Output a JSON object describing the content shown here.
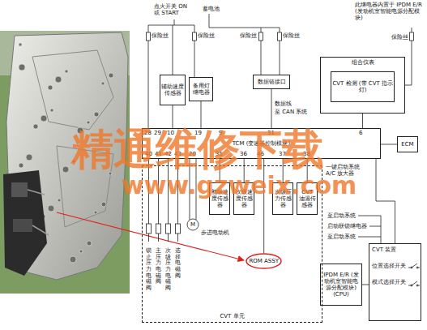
{
  "diagram": {
    "nodes": [
      {
        "text": [
          "TCM (变速器控制模块)"
        ]
      },
      {
        "text": [
          "辅助速度传感器"
        ]
      },
      {
        "text": [
          "备用灯继电器"
        ]
      },
      {
        "text": [
          "数据链接口"
        ]
      },
      {
        "text": [
          "组合仪表"
        ]
      },
      {
        "text": [
          "CVT 检测 (带 CVT 指示灯)"
        ],
        "in": 4
      },
      {
        "text": [
          "ECM"
        ]
      },
      {
        "text": [
          "CVT 单元"
        ]
      },
      {
        "text": [
          "初级速度传感器"
        ],
        "in": 7
      },
      {
        "text": [
          "次级速度传感器"
        ],
        "in": 7
      },
      {
        "text": [
          "次级压力传感器"
        ],
        "in": 7
      },
      {
        "text": [
          "CVT 油温传感器"
        ],
        "in": 7
      },
      {
        "text": [
          "ROM ASSY"
        ],
        "in": 7
      },
      {
        "text": [
          "IPDM E/R (发动机室智能电源分配模块) (CPU)"
        ]
      },
      {
        "text": [
          "CVT 装置",
          "位置选择开关",
          "模式选择开关"
        ]
      }
    ],
    "edges": [
      {
        "from": 1,
        "to": 0,
        "arrow": "none"
      },
      {
        "from": 2,
        "to": 0,
        "arrow": "none"
      },
      {
        "from": 3,
        "to": 0,
        "arrow": "none"
      },
      {
        "from": 4,
        "to": 0,
        "arrow": "none"
      },
      {
        "from": 6,
        "to": 0,
        "arrow": "none"
      },
      {
        "from": 8,
        "to": 0,
        "arrow": "none"
      },
      {
        "from": 9,
        "to": 0,
        "arrow": "none"
      },
      {
        "from": 10,
        "to": 0,
        "arrow": "none"
      },
      {
        "from": 11,
        "to": 0,
        "arrow": "none"
      },
      {
        "from": 12,
        "to": 0,
        "arrow": "none"
      },
      {
        "from": 14,
        "to": 0,
        "arrow": "none"
      },
      {
        "from": 13,
        "to": 14,
        "arrow": "none"
      }
    ],
    "labels": [
      "蓄电池",
      "点火开关 ON 或 START",
      "此继电器内置于 IPDM E/R (发动机室智能电源分配模块)",
      "保险丝",
      "保险丝",
      "保险丝",
      "保险丝",
      "保险丝",
      "数据线",
      "至 CAN 系统",
      "28",
      "29",
      "10",
      "19",
      "9",
      "31",
      "6",
      "40",
      "41",
      "42",
      "43",
      "20",
      "35",
      "36",
      "46",
      "37",
      "38",
      "锁止压力电磁阀",
      "主压力电磁阀",
      "次级压力电磁阀",
      "选择电磁阀",
      "步进电动机",
      "一键启动系统 A/C 放大器",
      "至启动系统",
      "启动联锁继电器",
      "至启动系统",
      "精通维修下载",
      "www.gzweix.com",
      "M"
    ]
  }
}
